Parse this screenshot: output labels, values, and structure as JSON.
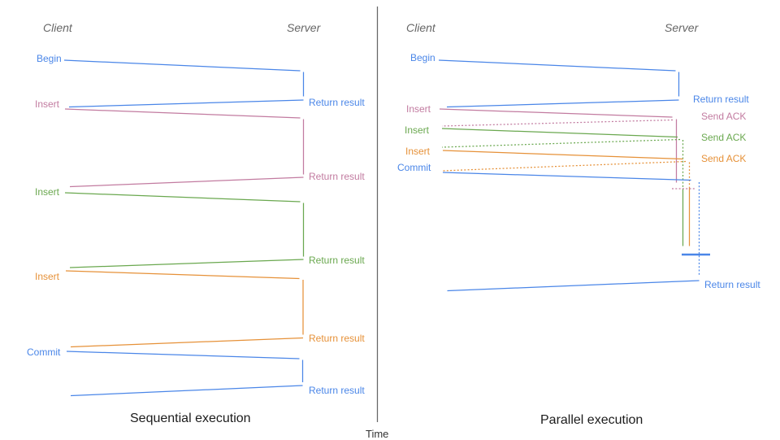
{
  "time_axis": {
    "label": "Time"
  },
  "colors": {
    "blue": "#4a86e8",
    "pink": "#c27ba0",
    "green": "#6aa84f",
    "orange": "#e69138",
    "axis_gray": "#666666",
    "title_black": "#1c1c1c"
  },
  "panels": {
    "left": {
      "title": "Sequential execution",
      "client_header": "Client",
      "server_header": "Server",
      "messages": [
        {
          "action": "Begin",
          "response": "Return result",
          "color": "#4a86e8"
        },
        {
          "action": "Insert",
          "response": "Return result",
          "color": "#c27ba0"
        },
        {
          "action": "Insert",
          "response": "Return result",
          "color": "#6aa84f"
        },
        {
          "action": "Insert",
          "response": "Return result",
          "color": "#e69138"
        },
        {
          "action": "Commit",
          "response": "Return result",
          "color": "#4a86e8"
        }
      ]
    },
    "right": {
      "title": "Parallel execution",
      "client_header": "Client",
      "server_header": "Server",
      "messages": [
        {
          "action": "Begin",
          "response": "Return result",
          "color": "#4a86e8"
        },
        {
          "action": "Insert",
          "response": "Send ACK",
          "color": "#c27ba0"
        },
        {
          "action": "Insert",
          "response": "Send ACK",
          "color": "#6aa84f"
        },
        {
          "action": "Insert",
          "response": "Send ACK",
          "color": "#e69138"
        },
        {
          "action": "Commit",
          "response": "Return result",
          "color": "#4a86e8"
        }
      ]
    }
  }
}
